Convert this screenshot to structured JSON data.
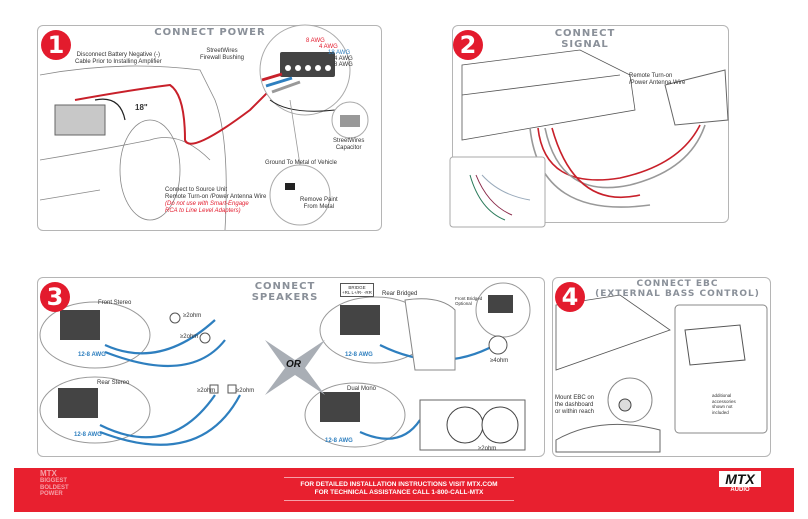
{
  "panel1": {
    "number": "1",
    "title": "CONNECT POWER",
    "battery_note": [
      "Disconnect Battery Negative (-)",
      "Cable Prior to Installing Amplifier"
    ],
    "firewall": [
      "StreetWires",
      "Firewall Bushing"
    ],
    "awg": [
      "8 AWG",
      "4 AWG",
      "18 AWG",
      "4 AWG",
      "8 AWG"
    ],
    "distance": "18\"",
    "capacitor": [
      "StreetWires",
      "Capacitor"
    ],
    "ground": "Ground To Metal of Vehicle",
    "remove_paint": [
      "Remove Paint",
      "From Metal"
    ],
    "source": [
      "Connect to Source Unit",
      "Remote Turn-on /Power Antenna Wire"
    ],
    "warning": [
      "(Do not use with Smart-Engage",
      "RCA to Line Level Adapters)"
    ]
  },
  "panel2": {
    "number": "2",
    "title": "CONNECT SIGNAL",
    "remote": [
      "Remote Turn-on",
      "/Power Antenna Wire"
    ]
  },
  "panel3": {
    "number": "3",
    "title": "CONNECT SPEAKERS",
    "front_stereo": "Front Stereo",
    "rear_stereo": "Rear Stereo",
    "rear_bridged": "Rear Bridged",
    "front_bridged": [
      "Front Bridged",
      "Optional"
    ],
    "dual_mono": "Dual Mono",
    "awg": "12-8 AWG",
    "ohm2": "≥2ohm",
    "ohm4": "≥4ohm",
    "or": "OR",
    "bridge": "BRIDGE",
    "bridge_terms": [
      "+RL",
      "L+/R-",
      "-RR"
    ]
  },
  "panel4": {
    "number": "4",
    "title": [
      "CONNECT EBC",
      "(EXTERNAL BASS CONTROL)"
    ],
    "mount": [
      "Mount EBC on",
      "the dashboard",
      "or within reach"
    ],
    "accessories": [
      "additional",
      "accessories",
      "shown not",
      "included"
    ]
  },
  "footer": {
    "brand_left": [
      "MTX",
      "BIGGEST",
      "BOLDEST",
      "POWER"
    ],
    "lines": [
      "FOR DETAILED INSTALLATION INSTRUCTIONS VISIT MTX.COM",
      "FOR TECHNICAL ASSISTANCE CALL 1-800-CALL-MTX"
    ],
    "logo": [
      "MTX",
      "AUDIO"
    ]
  },
  "colors": {
    "accent": "#e31b2d",
    "wire_blue": "#2e7fbf",
    "title_gray": "#8a9099"
  }
}
